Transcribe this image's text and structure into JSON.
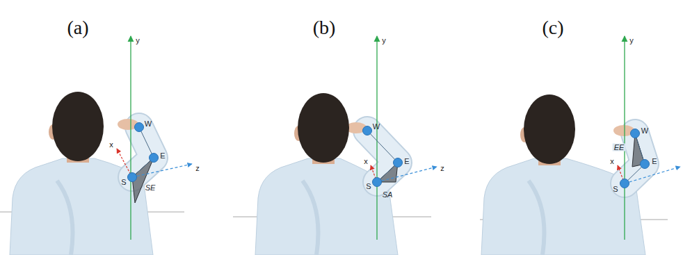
{
  "diagram": {
    "labels": [
      "(a)",
      "y",
      "x",
      "z",
      "W",
      "E",
      "S",
      "SE",
      "(b)",
      "y",
      "x",
      "z",
      "W",
      "E",
      "S",
      "SA",
      "(c)",
      "y",
      "x",
      "W",
      "E",
      "S",
      "EE"
    ]
  }
}
